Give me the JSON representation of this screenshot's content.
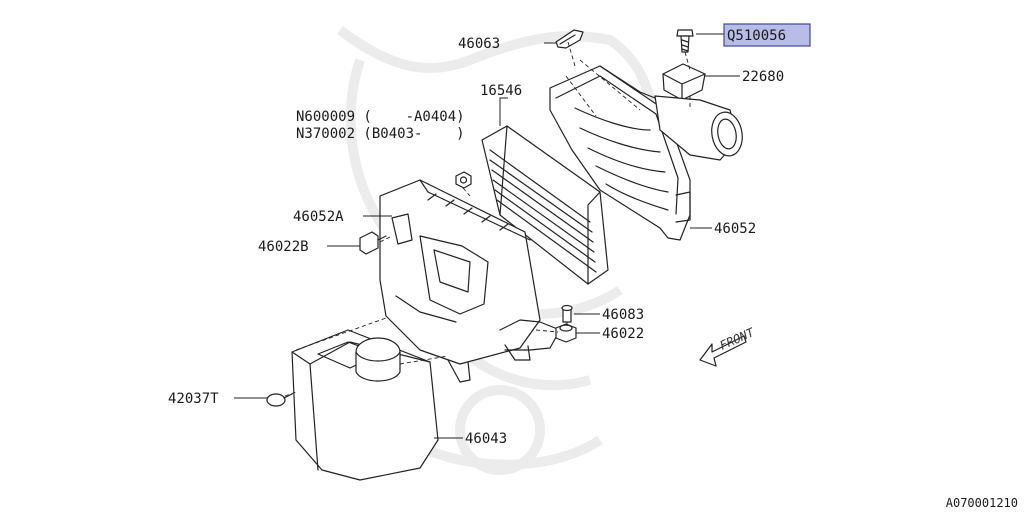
{
  "parts": {
    "p46063": "46063",
    "pQ510056": "Q510056",
    "p22680": "22680",
    "p16546": "16546",
    "pN600009": "N600009 (    -A0404)",
    "pN370002": "N370002 (B0403-    )",
    "p46052A": "46052A",
    "p46022B": "46022B",
    "p46052": "46052",
    "p46083": "46083",
    "p46022": "46022",
    "p42037T": "42037T",
    "p46043": "46043"
  },
  "direction_label": "FRONT",
  "figure_ref": "A070001210",
  "highlight_color": "#b8bde8"
}
